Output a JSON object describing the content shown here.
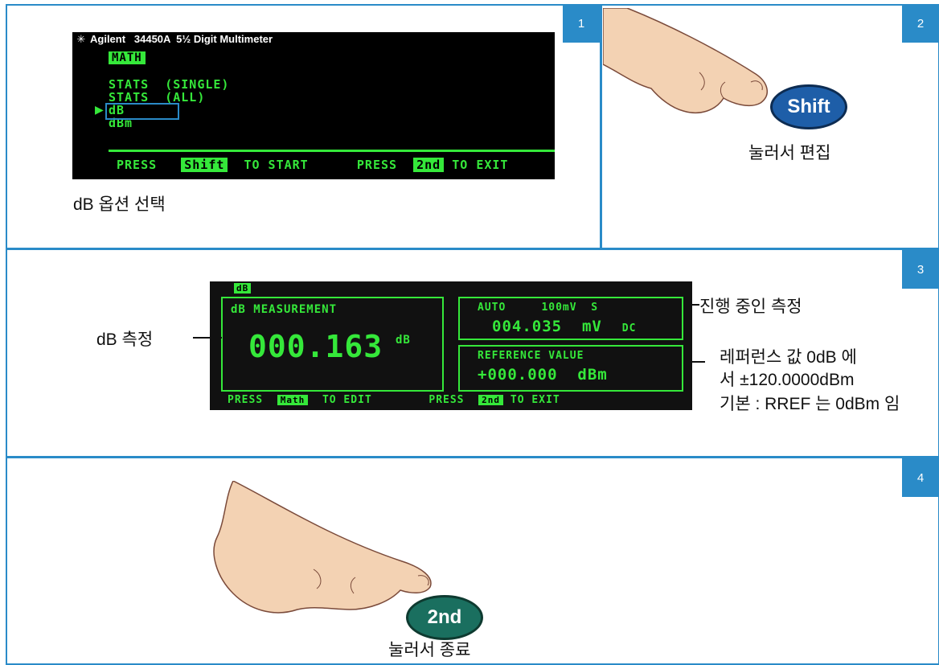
{
  "steps": [
    {
      "number": "1",
      "caption": "dB 옵션 선택"
    },
    {
      "number": "2",
      "caption": "눌러서 편집",
      "button_label": "Shift"
    },
    {
      "number": "3"
    },
    {
      "number": "4",
      "caption": "눌러서 종료",
      "button_label": "2nd"
    }
  ],
  "display1": {
    "header": "Agilent   34450A  5½ Digit Multimeter",
    "menu_title": "MATH",
    "options": [
      "STATS  (SINGLE)",
      "STATS  (ALL)",
      "dB",
      "dBm"
    ],
    "footer": {
      "press1": "PRESS",
      "key1": "Shift",
      "to_start": "TO START",
      "press2": "PRESS",
      "key2": "2nd",
      "to_exit": "TO EXIT"
    }
  },
  "display3": {
    "mode_tag": "dB",
    "title": "dB MEASUREMENT",
    "value": "000.163",
    "unit": "dB",
    "auto_label": "AUTO",
    "range": "100mV",
    "speed": "S",
    "reading": "004.035",
    "reading_unit": "mV",
    "reading_type": "DC",
    "ref_title": "REFERENCE VALUE",
    "ref_value": "+000.000",
    "ref_unit": "dBm",
    "footer": {
      "press1": "PRESS",
      "key1": "Math",
      "to_edit": "TO EDIT",
      "press2": "PRESS",
      "key2": "2nd",
      "to_exit": "TO EXIT"
    }
  },
  "annotations": {
    "db_measure": "dB 측정",
    "in_progress": "진행 중인 측정",
    "ref_line1": "레퍼런스 값 0dB 에",
    "ref_line2": "서 ±120.0000dBm",
    "ref_line3": "기본 : RREF 는 0dBm 임"
  },
  "colors": {
    "frame": "#2a8bc8",
    "lcd_green": "#35e83a",
    "shift_button": "#1e5ea8",
    "second_button": "#1a6f5f"
  }
}
